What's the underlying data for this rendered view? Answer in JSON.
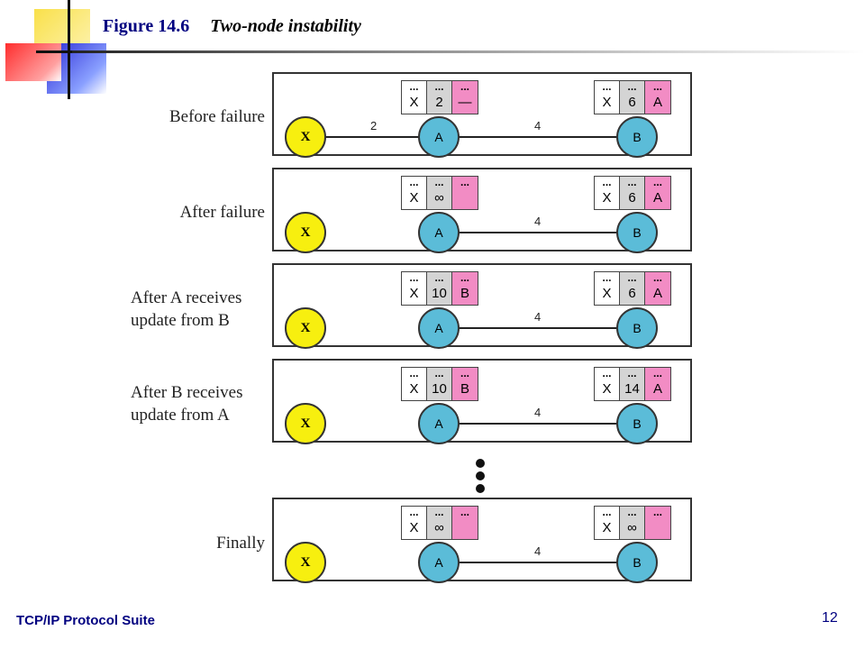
{
  "header": {
    "figure_number": "Figure 14.6",
    "figure_title": "Two-node instability"
  },
  "diagram": {
    "rows": [
      {
        "label": "Before failure",
        "link_x_a_cost": "2",
        "link_a_b_cost": "4",
        "table_a": {
          "dots": [
            "...",
            "...",
            "..."
          ],
          "dest": "X",
          "cost": "2",
          "next": "—"
        },
        "table_b": {
          "dots": [
            "...",
            "...",
            "..."
          ],
          "dest": "X",
          "cost": "6",
          "next": "A"
        }
      },
      {
        "label": "After failure",
        "link_a_b_cost": "4",
        "table_a": {
          "dots": [
            "...",
            "...",
            "..."
          ],
          "dest": "X",
          "cost": "∞",
          "next": ""
        },
        "table_b": {
          "dots": [
            "...",
            "...",
            "..."
          ],
          "dest": "X",
          "cost": "6",
          "next": "A"
        }
      },
      {
        "label_line1": "After A receives",
        "label_line2": "update from B",
        "link_a_b_cost": "4",
        "table_a": {
          "dots": [
            "...",
            "...",
            "..."
          ],
          "dest": "X",
          "cost": "10",
          "next": "B"
        },
        "table_b": {
          "dots": [
            "...",
            "...",
            "..."
          ],
          "dest": "X",
          "cost": "6",
          "next": "A"
        }
      },
      {
        "label_line1": "After B receives",
        "label_line2": "update from A",
        "link_a_b_cost": "4",
        "table_a": {
          "dots": [
            "...",
            "...",
            "..."
          ],
          "dest": "X",
          "cost": "10",
          "next": "B"
        },
        "table_b": {
          "dots": [
            "...",
            "...",
            "..."
          ],
          "dest": "X",
          "cost": "14",
          "next": "A"
        }
      },
      {
        "label": "Finally",
        "link_a_b_cost": "4",
        "table_a": {
          "dots": [
            "...",
            "...",
            "..."
          ],
          "dest": "X",
          "cost": "∞",
          "next": ""
        },
        "table_b": {
          "dots": [
            "...",
            "...",
            "..."
          ],
          "dest": "X",
          "cost": "∞",
          "next": ""
        }
      }
    ],
    "node_labels": {
      "x": "X",
      "a": "A",
      "b": "B"
    }
  },
  "footer": {
    "suite": "TCP/IP Protocol Suite",
    "page_number": "12"
  },
  "colors": {
    "node_x": "#f7ef0f",
    "node_ab": "#5bbcd8",
    "next_hop_cell": "#f28cc4",
    "cost_cell": "#d4d4d4",
    "title_text": "#000080"
  }
}
